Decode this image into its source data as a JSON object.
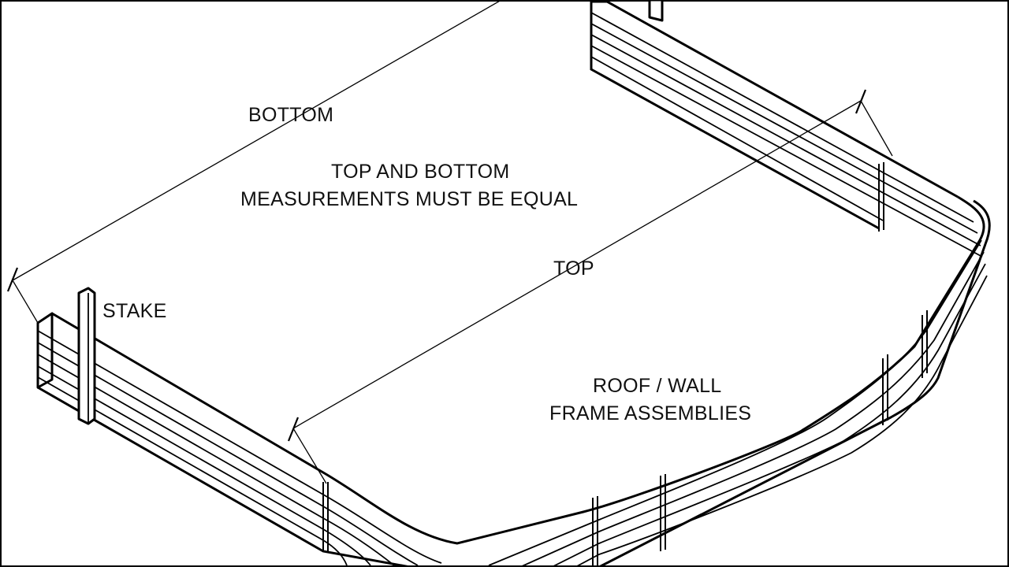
{
  "labels": {
    "bottom": "BOTTOM",
    "note_line1": "TOP AND BOTTOM",
    "note_line2": "MEASUREMENTS MUST BE EQUAL",
    "top": "TOP",
    "stake": "STAKE",
    "frames_line1": "ROOF / WALL",
    "frames_line2": "FRAME ASSEMBLIES"
  }
}
